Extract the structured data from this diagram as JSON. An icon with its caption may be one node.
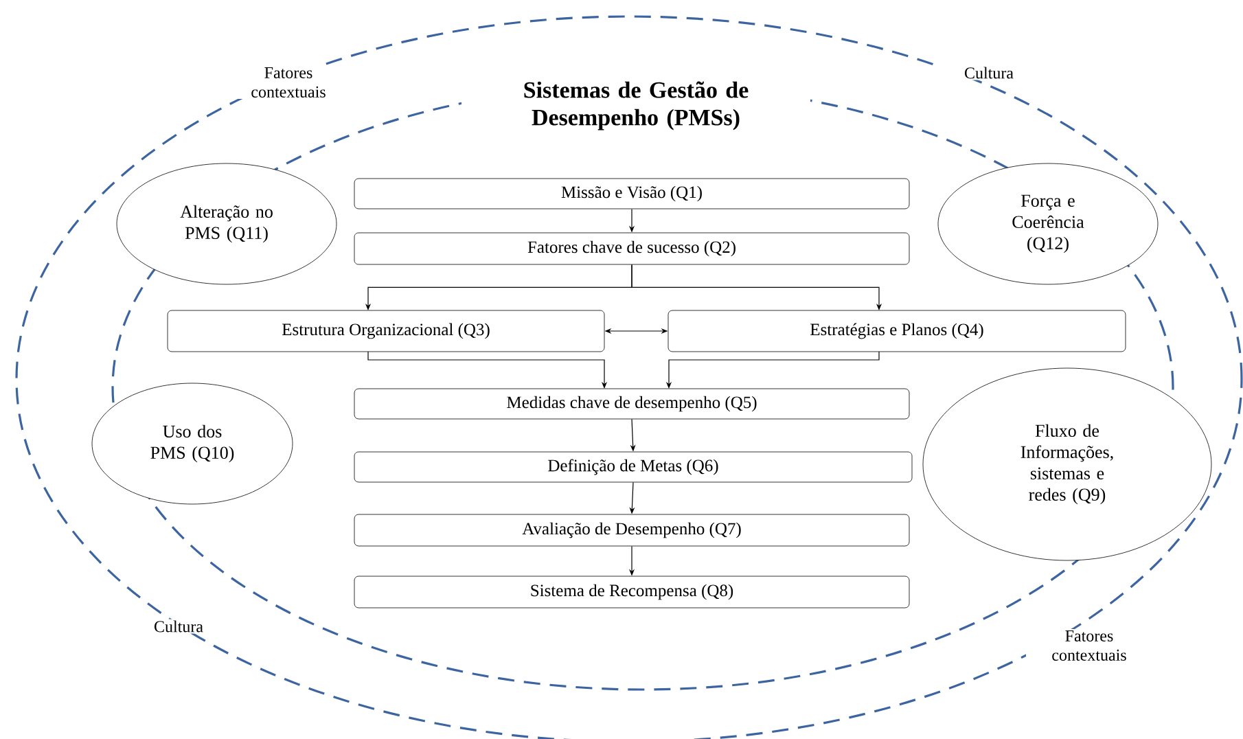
{
  "diagram": {
    "title": "Sistemas de Gestão de Desempenho (PMSs)",
    "nodes": [
      {
        "text": [
          "Missão e Visão (Q1)"
        ]
      },
      {
        "text": [
          "Fatores chave de sucesso (Q2)"
        ]
      },
      {
        "text": [
          "Estrutura Organizacional (Q3)"
        ]
      },
      {
        "text": [
          "Estratégias e Planos (Q4)"
        ]
      },
      {
        "text": [
          "Medidas chave de desempenho (Q5)"
        ]
      },
      {
        "text": [
          "Definição de Metas (Q6)"
        ]
      },
      {
        "text": [
          "Avaliação de Desempenho (Q7)"
        ]
      },
      {
        "text": [
          "Sistema de Recompensa (Q8)"
        ]
      },
      {
        "text": [
          "Alteração no PMS (Q11)"
        ]
      },
      {
        "text": [
          "Força e Coerência (Q12)"
        ]
      },
      {
        "text": [
          "Uso dos PMS (Q10)"
        ]
      },
      {
        "text": [
          "Fluxo de Informações, sistemas e redes (Q9)"
        ]
      }
    ],
    "edges": [
      {
        "from": 0,
        "to": 1,
        "arrow": "to"
      },
      {
        "from": 1,
        "to": 2,
        "arrow": "to"
      },
      {
        "from": 1,
        "to": 3,
        "arrow": "to"
      },
      {
        "from": 2,
        "to": 3,
        "arrow": "both"
      },
      {
        "from": 2,
        "to": 4,
        "arrow": "to"
      },
      {
        "from": 3,
        "to": 4,
        "arrow": "to"
      },
      {
        "from": 4,
        "to": 5,
        "arrow": "to"
      },
      {
        "from": 5,
        "to": 6,
        "arrow": "to"
      },
      {
        "from": 6,
        "to": 7,
        "arrow": "to"
      }
    ],
    "labels": [
      "Fatores contextuais",
      "Cultura",
      "Cultura",
      "Fatores contextuais"
    ]
  }
}
